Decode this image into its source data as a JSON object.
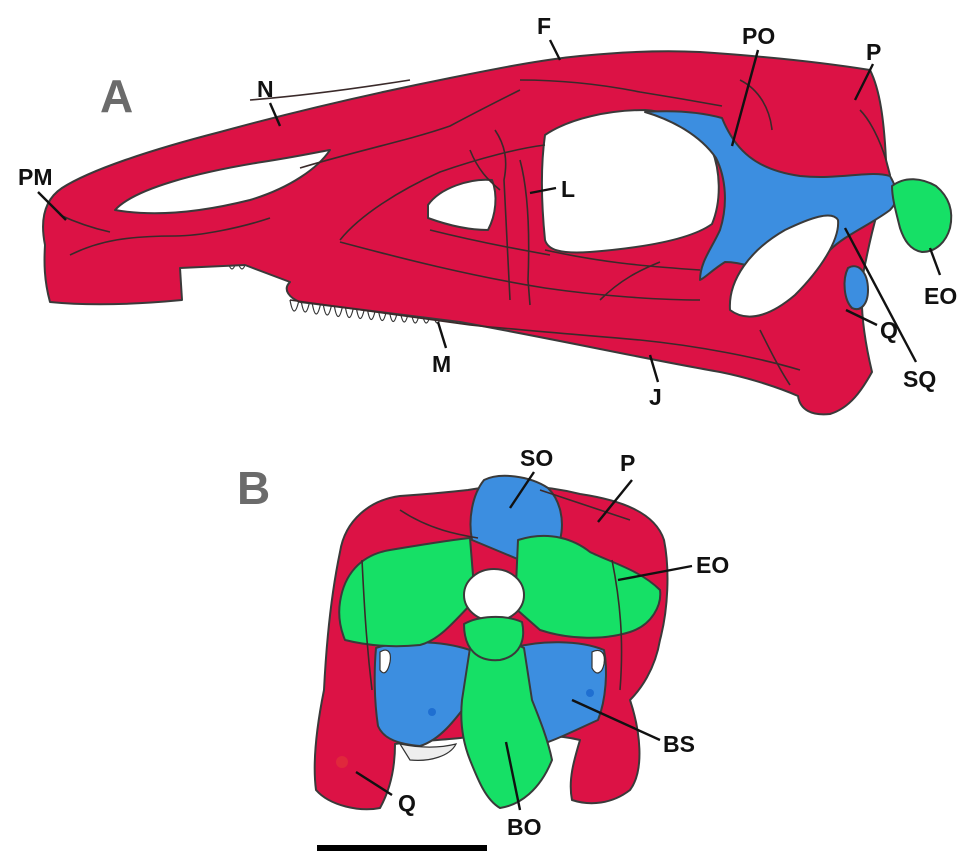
{
  "colors": {
    "bone_red": "#dc1245",
    "bone_blue": "#3c8ee0",
    "bone_green": "#16e066",
    "outline": "#3a3a3a",
    "panel_letter": "#6b6b6b",
    "label": "#111111"
  },
  "panel_a": {
    "letter": "A",
    "labels": {
      "pm": "PM",
      "n": "N",
      "f": "F",
      "po": "PO",
      "p": "P",
      "l": "L",
      "eo": "EO",
      "q": "Q",
      "sq": "SQ",
      "m": "M",
      "j": "J"
    }
  },
  "panel_b": {
    "letter": "B",
    "labels": {
      "so": "SO",
      "p": "P",
      "eo": "EO",
      "bs": "BS",
      "q": "Q",
      "bo": "BO"
    }
  },
  "scale_bar": {
    "label": ""
  }
}
